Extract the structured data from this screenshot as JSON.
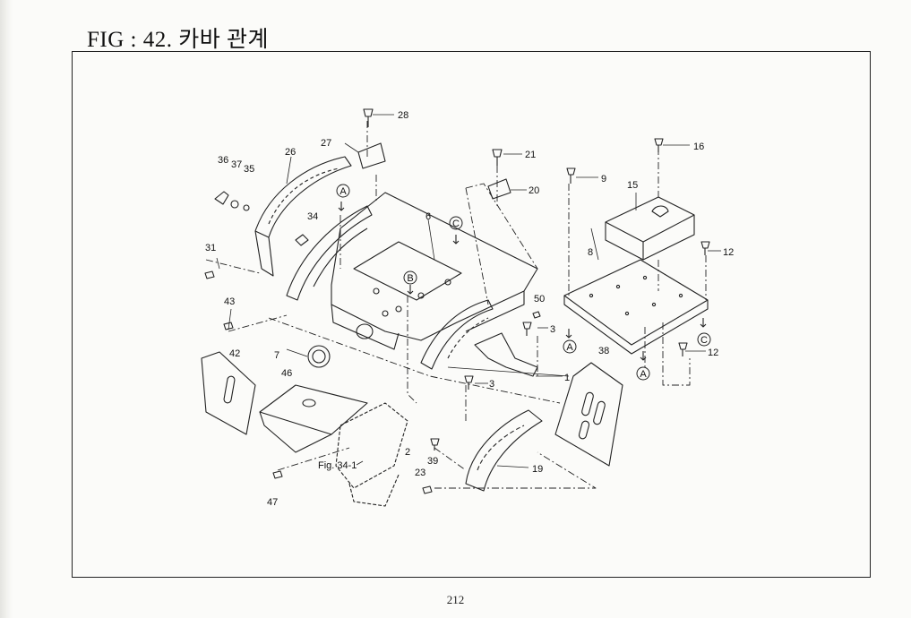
{
  "title": "FIG : 42. 카바 관계",
  "page_number": "212",
  "callouts": [
    "28",
    "27",
    "26",
    "36",
    "37",
    "35",
    "34",
    "31",
    "43",
    "42",
    "7",
    "46",
    "47",
    "21",
    "20",
    "6",
    "2",
    "39",
    "23",
    "19",
    "9",
    "15",
    "16",
    "12",
    "8",
    "50",
    "3",
    "1",
    "38"
  ],
  "reference_markers": [
    "A",
    "B",
    "C"
  ],
  "figure_reference": "Fig. 34-1"
}
